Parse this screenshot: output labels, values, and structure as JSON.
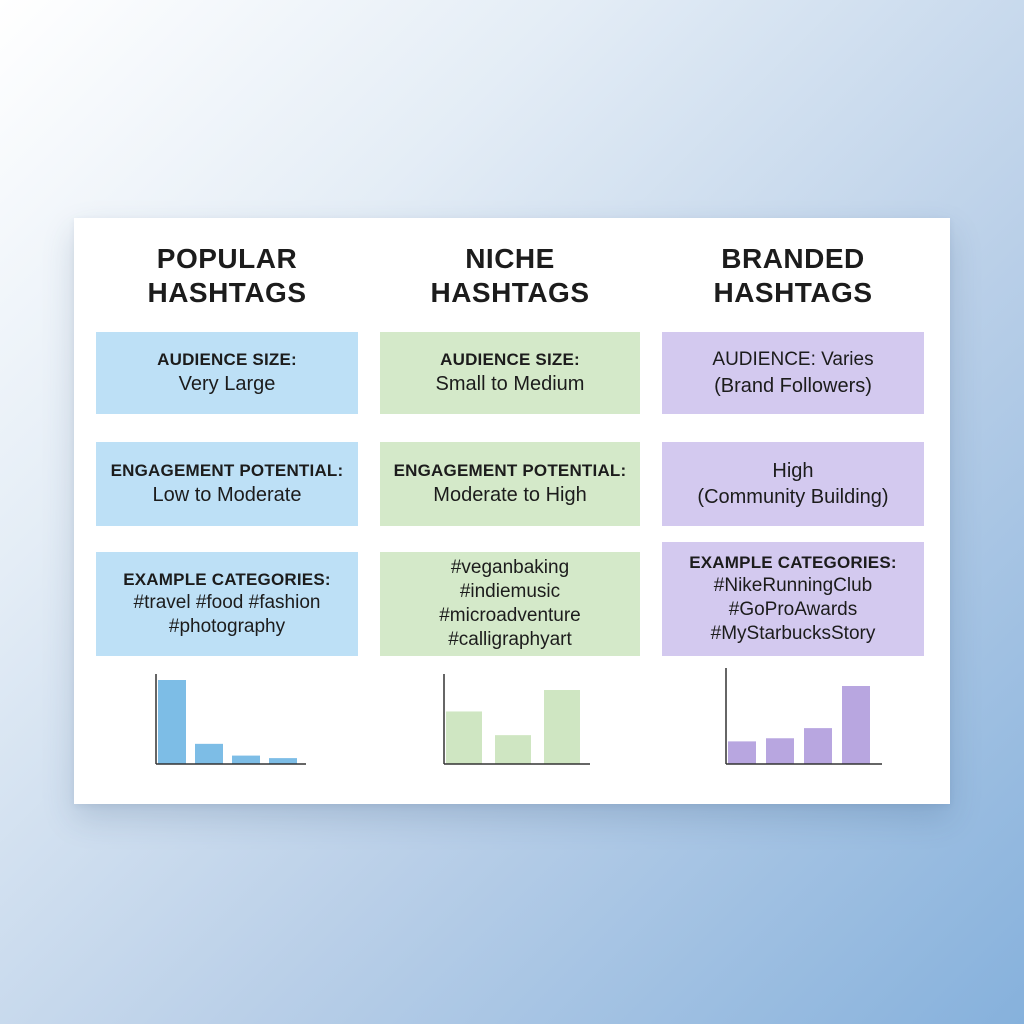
{
  "columns": [
    {
      "title_line1": "POPULAR",
      "title_line2": "HASHTAGS",
      "color": "#bde0f6",
      "bar_color": "#7dbde6",
      "audience_label": "AUDIENCE SIZE:",
      "audience_value": "Very Large",
      "engagement_label": "ENGAGEMENT POTENTIAL:",
      "engagement_value": "Low to Moderate",
      "examples_label": "EXAMPLE CATEGORIES:",
      "examples": [
        "#travel #food #fashion",
        "#photography"
      ]
    },
    {
      "title_line1": "NICHE",
      "title_line2": "HASHTAGS",
      "color": "#d4e9c9",
      "bar_color": "#cfe6c2",
      "audience_label": "AUDIENCE SIZE:",
      "audience_value": "Small to Medium",
      "engagement_label": "ENGAGEMENT POTENTIAL:",
      "engagement_value": "Moderate to High",
      "examples": [
        "#veganbaking",
        "#indiemusic",
        "#microadventure",
        "#calligraphyart"
      ]
    },
    {
      "title_line1": "BRANDED",
      "title_line2": "HASHTAGS",
      "color": "#d3c9ef",
      "bar_color": "#b8a6e0",
      "audience_label": "AUDIENCE: Varies",
      "audience_value": "(Brand Followers)",
      "engagement_label": "High",
      "engagement_value": "(Community Building)",
      "examples_label": "EXAMPLE CATEGORIES:",
      "examples": [
        "#NikeRunningClub",
        "#GoProAwards",
        "#MyStarbucksStory"
      ]
    }
  ],
  "chart_data": [
    {
      "type": "bar",
      "values": [
        1.0,
        0.24,
        0.1,
        0.07
      ]
    },
    {
      "type": "bar",
      "values": [
        0.71,
        0.39,
        1.0
      ]
    },
    {
      "type": "bar",
      "values": [
        0.29,
        0.33,
        0.46,
        1.0
      ]
    }
  ]
}
